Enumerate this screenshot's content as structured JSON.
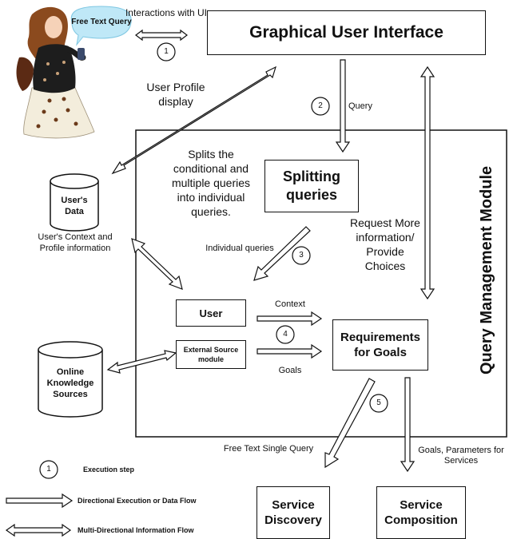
{
  "bubble": {
    "text": "Free Text Query"
  },
  "labels": {
    "interactions": "Interactions with UI",
    "user_profile_display": "User Profile display",
    "query": "Query",
    "splits_desc": "Splits the conditional and multiple queries into individual queries.",
    "request_more": "Request More information/ Provide Choices",
    "individual_queries": "Individual queries",
    "context": "Context",
    "goals": "Goals",
    "users_context": "User's Context and Profile information",
    "free_text_single": "Free Text Single Query",
    "goals_params": "Goals, Parameters for Services",
    "qmm_title": "Query Management Module"
  },
  "boxes": {
    "gui": "Graphical User Interface",
    "splitting": "Splitting queries",
    "user": "User",
    "external": "External Source module",
    "requirements": "Requirements for Goals",
    "service_discovery": "Service Discovery",
    "service_composition": "Service Composition"
  },
  "cylinders": {
    "users_data": "User's Data",
    "online_knowledge": "Online Knowledge Sources"
  },
  "steps": [
    "1",
    "2",
    "3",
    "4",
    "5"
  ],
  "legend": {
    "step_number": "1",
    "execution_step": "Execution step",
    "directional": "Directional Execution or Data Flow",
    "multi_directional": "Multi-Directional Information Flow"
  }
}
